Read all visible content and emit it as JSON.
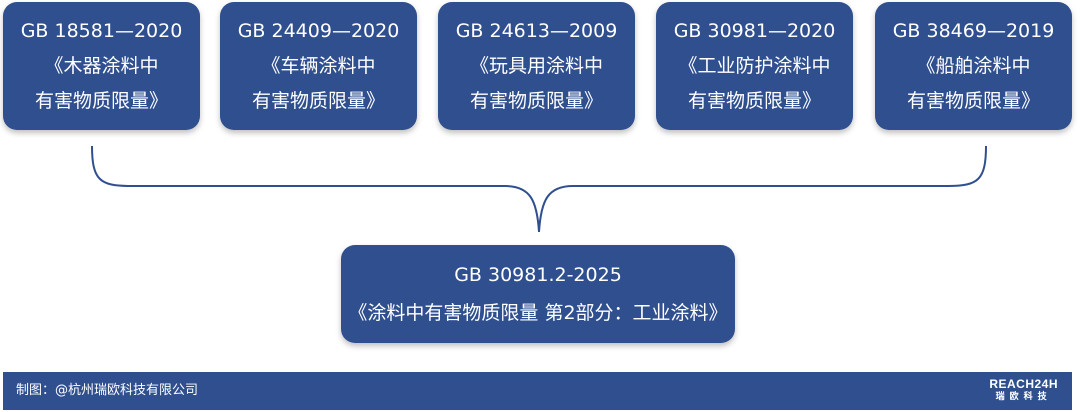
{
  "top_boxes": [
    {
      "code": "GB 18581—2020",
      "title_1": "《木器涂料中",
      "title_2": "有害物质限量》"
    },
    {
      "code": "GB 24409—2020",
      "title_1": "《车辆涂料中",
      "title_2": "有害物质限量》"
    },
    {
      "code": "GB 24613—2009",
      "title_1": "《玩具用涂料中",
      "title_2": "有害物质限量》"
    },
    {
      "code": "GB 30981—2020",
      "title_1": "《工业防护涂料中",
      "title_2": "有害物质限量》"
    },
    {
      "code": "GB 38469—2019",
      "title_1": "《船舶涂料中",
      "title_2": "有害物质限量》"
    }
  ],
  "main_box": {
    "code": "GB 30981.2-2025",
    "title": "《涂料中有害物质限量 第2部分：工业涂料》"
  },
  "footer": {
    "credit": "制图：@杭州瑞欧科技有限公司",
    "logo_line1": "REACH24H",
    "logo_line2": "瑞欧科技"
  },
  "colors": {
    "box_fill": "#2f4f8f",
    "brace_stroke": "#2f4f8f",
    "text": "#ffffff"
  }
}
